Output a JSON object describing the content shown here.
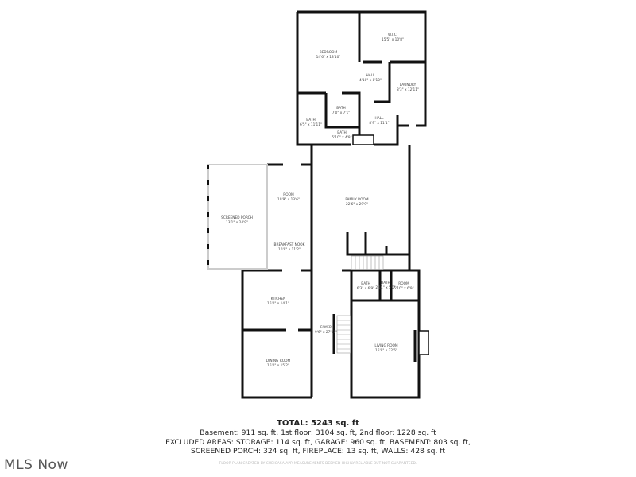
{
  "rooms": [
    {
      "name": "BEDROOM",
      "size": "14'6\" x 18'10\""
    },
    {
      "name": "W.I.C.",
      "size": "15'5\" x 10'8\""
    },
    {
      "name": "HALL",
      "size": "4'10\" x 8'10\""
    },
    {
      "name": "LAUNDRY",
      "size": "8'3\" x 12'11\""
    },
    {
      "name": "BATH",
      "size": "7'0\" x 7'1\""
    },
    {
      "name": "BATH",
      "size": "6'5\" x 11'11\""
    },
    {
      "name": "HALL",
      "size": "8'9\" x 11'1\""
    },
    {
      "name": "BATH",
      "size": "5'10\" x 4'8\""
    },
    {
      "name": "ROOM",
      "size": "10'9\" x 13'6\""
    },
    {
      "name": "FAMILY ROOM",
      "size": "22'6\" x 29'9\""
    },
    {
      "name": "SCREENED PORCH",
      "size": "13'1\" x 24'9\""
    },
    {
      "name": "BREAKFAST NOOK",
      "size": "10'9\" x 11'2\""
    },
    {
      "name": "BATH",
      "size": "6'3\" x 6'9\""
    },
    {
      "name": "BATH",
      "size": "2'11\" x 5'0\""
    },
    {
      "name": "ROOM",
      "size": "5'10\" x 6'9\""
    },
    {
      "name": "KITCHEN",
      "size": "16'0\" x 14'1\""
    },
    {
      "name": "FOYER",
      "size": "9'6\" x 27'11\""
    },
    {
      "name": "LIVING ROOM",
      "size": "15'9\" x 22'6\""
    },
    {
      "name": "DINING ROOM",
      "size": "16'0\" x 15'2\""
    }
  ],
  "summary": {
    "total": "TOTAL: 5243 sq. ft",
    "floors": "Basement: 911 sq. ft, 1st floor: 3104 sq. ft, 2nd floor: 1228 sq. ft",
    "excluded": "EXCLUDED AREAS: STORAGE: 114 sq. ft, GARAGE: 960 sq. ft, BASEMENT: 803 sq. ft,",
    "excluded2": "SCREENED PORCH: 324 sq. ft, FIREPLACE: 13 sq. ft, WALLS: 428 sq. ft",
    "disclaimer": "FLOOR PLAN CREATED BY CUBICASA APP. MEASUREMENTS DEEMED HIGHLY RELIABLE BUT NOT GUARANTEED."
  },
  "logo": "MLS Now",
  "colors": {
    "wall": "#111111",
    "window": "#cccccc"
  }
}
